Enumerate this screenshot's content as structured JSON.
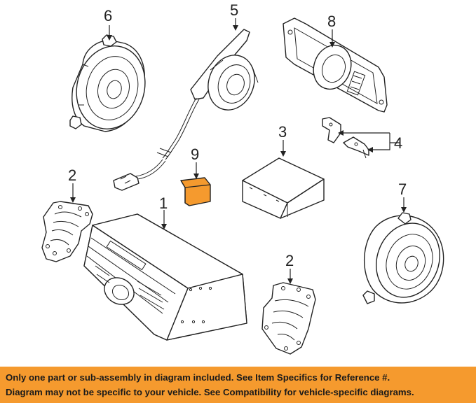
{
  "diagram": {
    "callouts": [
      {
        "id": "c6",
        "label": "6"
      },
      {
        "id": "c5",
        "label": "5"
      },
      {
        "id": "c8",
        "label": "8"
      },
      {
        "id": "c9",
        "label": "9"
      },
      {
        "id": "c3",
        "label": "3"
      },
      {
        "id": "c4",
        "label": "4"
      },
      {
        "id": "c2a",
        "label": "2"
      },
      {
        "id": "c1",
        "label": "1"
      },
      {
        "id": "c7",
        "label": "7"
      },
      {
        "id": "c2b",
        "label": "2"
      }
    ],
    "highlight_color": "#f59a2e"
  },
  "banner": {
    "line1": "Only one part or sub-assembly in diagram included. See Item Specifics for Reference #.",
    "line2": "Diagram may not be specific to your vehicle. See Compatibility for vehicle-specific diagrams.",
    "background_color": "#f59a2e"
  }
}
